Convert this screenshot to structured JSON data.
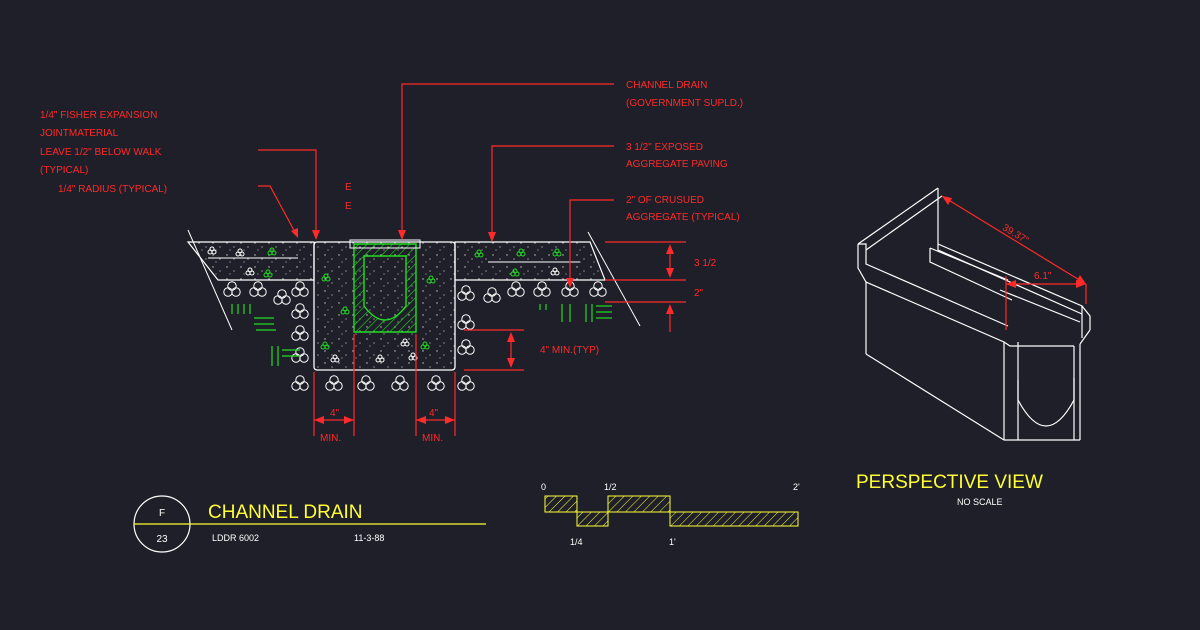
{
  "callouts": {
    "fisher_1": "1/4\" FISHER EXPANSION",
    "fisher_2": "JOINTMATERIAL",
    "fisher_3": "LEAVE 1/2\" BELOW WALK",
    "fisher_4": "(TYPICAL)",
    "radius": "1/4\" RADIUS (TYPICAL)",
    "e1": "E",
    "e2": "E",
    "drain_1": "CHANNEL DRAIN",
    "drain_2": "(GOVERNMENT SUPLD.)",
    "paving_1": "3 1/2\" EXPOSED",
    "paving_2": "AGGREGATE PAVING",
    "crushed_1": "2\" OF CRUSUED",
    "crushed_2": "AGGREGATE (TYPICAL)"
  },
  "dimensions": {
    "paving_depth": "3 1/2",
    "gravel_depth": "2\"",
    "min_typ": "4\" MIN.(TYP)",
    "left_width": "4\"",
    "left_min": "MIN.",
    "right_width": "4\"",
    "right_min": "MIN."
  },
  "title_block": {
    "detail_letter": "F",
    "sheet_number": "23",
    "title": "CHANNEL DRAIN",
    "drawing_id": "LDDR 6002",
    "date": "11-3-88"
  },
  "scale_bar": {
    "labels_top": [
      "0",
      "1/2",
      "2'"
    ],
    "labels_bottom": [
      "1/4",
      "1'"
    ]
  },
  "perspective": {
    "title": "PERSPECTIVE VIEW",
    "subtitle": "NO SCALE",
    "length_dim": "39.37\"",
    "width_dim": "6.1\""
  },
  "colors": {
    "background": "#1e1f28",
    "annotation": "#ff2a2a",
    "title": "#ffff33",
    "linework": "#ffffff",
    "hatch": "#22dd22"
  }
}
